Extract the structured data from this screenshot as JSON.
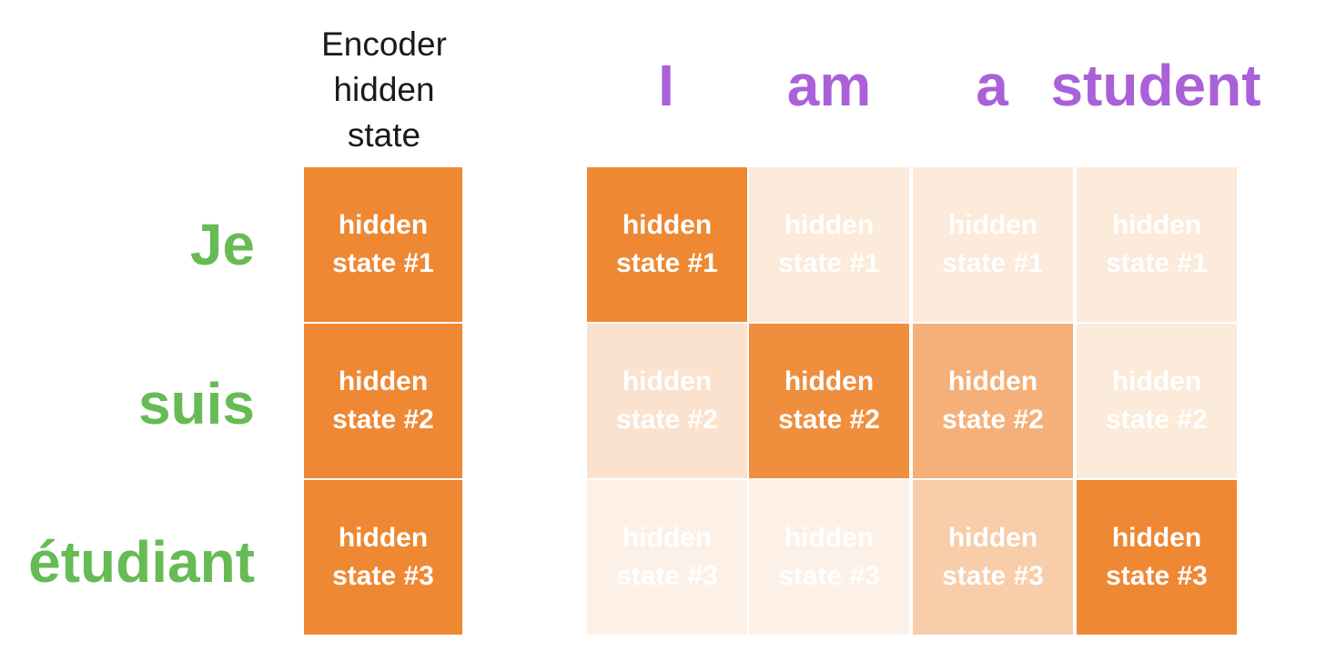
{
  "encoder_label": "Encoder\nhidden\nstate",
  "source_words": [
    "Je",
    "suis",
    "étudiant"
  ],
  "target_words": [
    "I",
    "am",
    "a",
    "student"
  ],
  "encoder_states": [
    "hidden\nstate #1",
    "hidden\nstate #2",
    "hidden\nstate #3"
  ],
  "colors": {
    "source_word": "#66bb55",
    "target_word": "#aa60d8",
    "state_orange": "#ee8833"
  },
  "attention": [
    [
      1.0,
      0.18,
      0.18,
      0.18
    ],
    [
      0.24,
      0.95,
      0.66,
      0.18
    ],
    [
      0.12,
      0.12,
      0.42,
      1.0
    ]
  ]
}
